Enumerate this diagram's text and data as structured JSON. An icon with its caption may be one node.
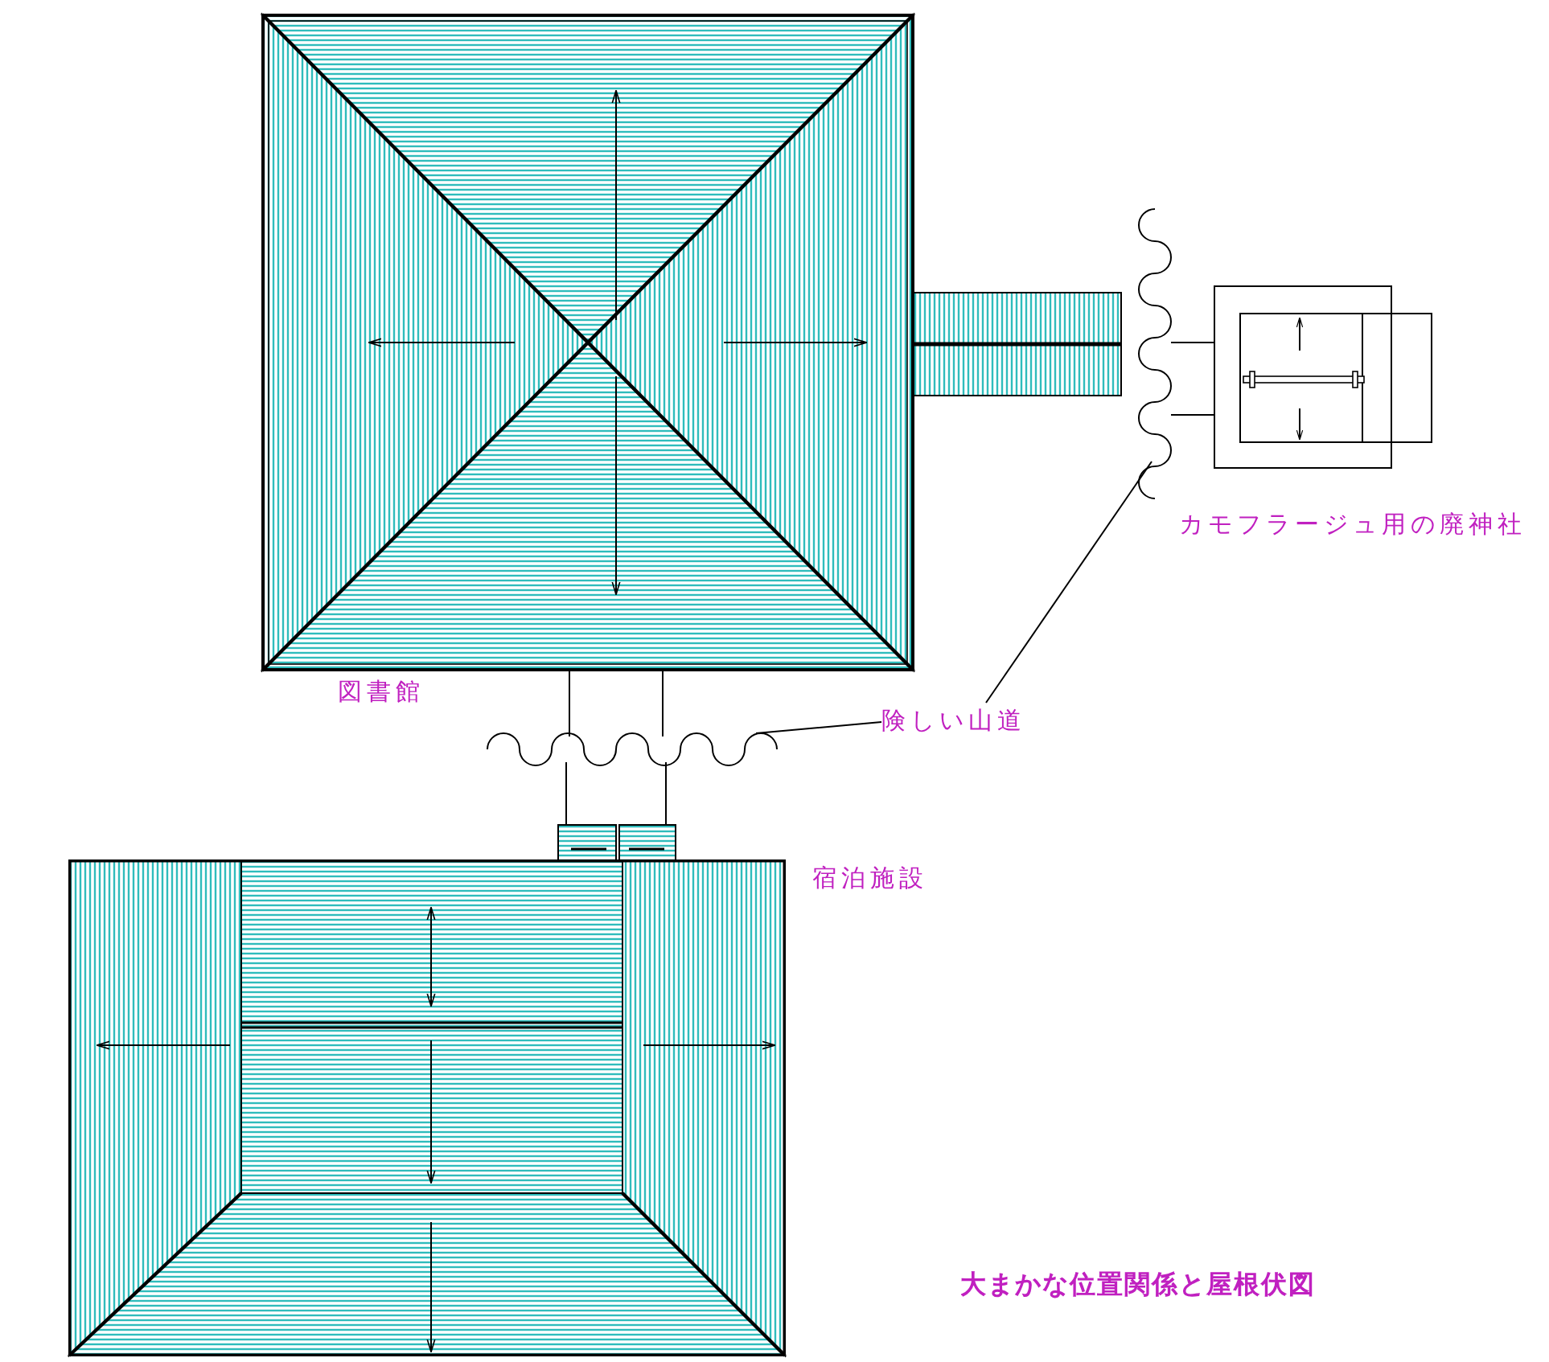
{
  "diagram": {
    "caption": "大まかな位置関係と屋根伏図",
    "nodes": [
      {
        "text": [
          "図書館"
        ]
      },
      {
        "text": [
          "宿泊施設"
        ]
      },
      {
        "text": [
          "カモフラージュ用の廃神社"
        ]
      },
      {
        "text": [
          "険しい山道"
        ]
      },
      {
        "text": [],
        "shape": "wave"
      },
      {
        "text": [],
        "shape": "wave"
      }
    ],
    "edges": [
      {
        "from": 0,
        "to": 4,
        "arrow": "none"
      },
      {
        "from": 0,
        "to": 4,
        "arrow": "none"
      },
      {
        "from": 4,
        "to": 1,
        "arrow": "none"
      },
      {
        "from": 4,
        "to": 1,
        "arrow": "none"
      },
      {
        "from": 5,
        "to": 2,
        "arrow": "none"
      },
      {
        "from": 5,
        "to": 2,
        "arrow": "none"
      },
      {
        "from": 3,
        "to": 4,
        "arrow": "none"
      },
      {
        "from": 3,
        "to": 5,
        "arrow": "none"
      }
    ]
  }
}
